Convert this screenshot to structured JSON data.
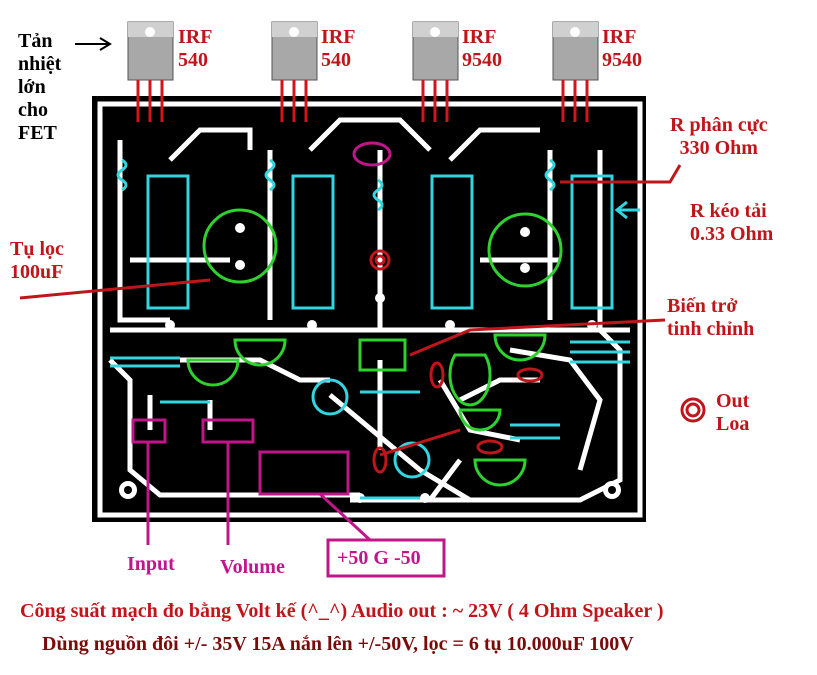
{
  "heatsink_note": {
    "lines": [
      "Tản",
      "nhiệt",
      "lớn",
      "cho",
      "FET"
    ]
  },
  "transistors": [
    {
      "name": "IRF",
      "part": "540"
    },
    {
      "name": "IRF",
      "part": "540"
    },
    {
      "name": "IRF",
      "part": "9540"
    },
    {
      "name": "IRF",
      "part": "9540"
    }
  ],
  "labels": {
    "filter_cap": [
      "Tụ lọc",
      "100uF"
    ],
    "bias_resistor": [
      "R phân cực",
      "330 Ohm"
    ],
    "load_resistor": [
      "R kéo tải",
      "0.33 Ohm"
    ],
    "trimmer": [
      "Biến trở",
      "tinh chỉnh"
    ],
    "output": [
      "Out",
      "Loa"
    ],
    "input": "Input",
    "volume": "Volume",
    "power": "+50 G -50"
  },
  "footer": {
    "line1": "Công suất mạch đo bằng Volt kế (^_^)  Audio out : ~ 23V ( 4 Ohm Speaker )",
    "line2": "Dùng nguồn đôi +/- 35V 15A nắn lên +/-50V, lọc = 6 tụ 10.000uF 100V"
  },
  "colors": {
    "board": "#000000",
    "trace": "#ffffff",
    "label": "#c0161b",
    "resistor": "#33d6e0",
    "cap": "#2fd12f",
    "connector": "#c0168a"
  }
}
